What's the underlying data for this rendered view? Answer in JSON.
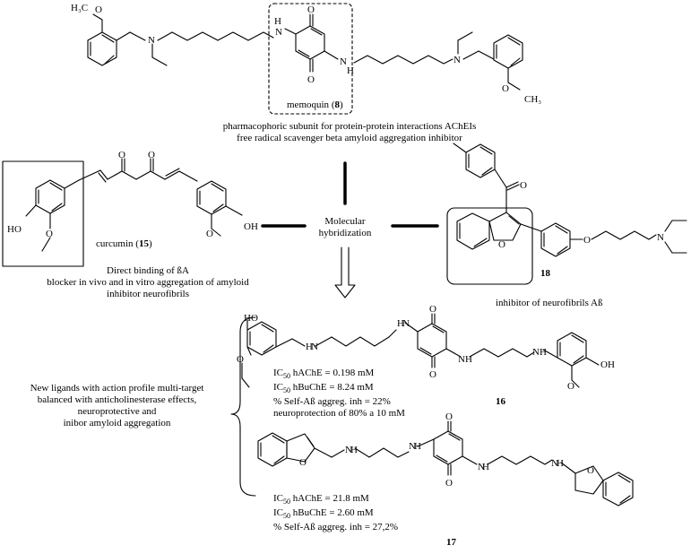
{
  "memoquin": {
    "name": "memoquin",
    "number": "8",
    "description_line1": "pharmacophoric subunit for protein-protein interactions AChEIs",
    "description_line2": "free radical scavenger beta amyloid aggregation inhibitor",
    "methoxy_top": "H₃C",
    "methoxy_right": "CH₃",
    "atoms": {
      "N": "N",
      "NH": "H",
      "O": "O"
    }
  },
  "curcumin": {
    "name": "curcumin",
    "number": "15",
    "description_line1": "Direct binding of ßA",
    "description_line2": "blocker in vivo and in vitro aggregation of amyloid",
    "description_line3": "inhibitor neurofibrils",
    "ho_left": "HO",
    "oh_right": "OH"
  },
  "center": {
    "line1": "Molecular",
    "line2": "hybridization"
  },
  "compound18": {
    "number": "18",
    "description": "inhibitor of neurofibrils Aß"
  },
  "summary": {
    "line1": "New ligands with action profile multi-target",
    "line2": "balanced with anticholinesterase effects,",
    "line3": "neuroprotective and",
    "line4": "inibor amyloid aggregation"
  },
  "compound16": {
    "number": "16",
    "ic50_ache": "hAChE = 0.198 mM",
    "ic50_buche": "hBuChE = 8.24 mM",
    "self_ab": "% Self-Aß aggreg. inh = 22%",
    "neuroprotection": "neuroprotection of 80% a 10 mM",
    "ho": "HO",
    "oh": "OH"
  },
  "compound17": {
    "number": "17",
    "ic50_ache": "hAChE = 21.8 mM",
    "ic50_buche": "hBuChE = 2.60 mM",
    "self_ab": "% Self-Aß aggreg. inh = 27,2%"
  },
  "ic50_label": "IC",
  "ic50_sub": "50"
}
